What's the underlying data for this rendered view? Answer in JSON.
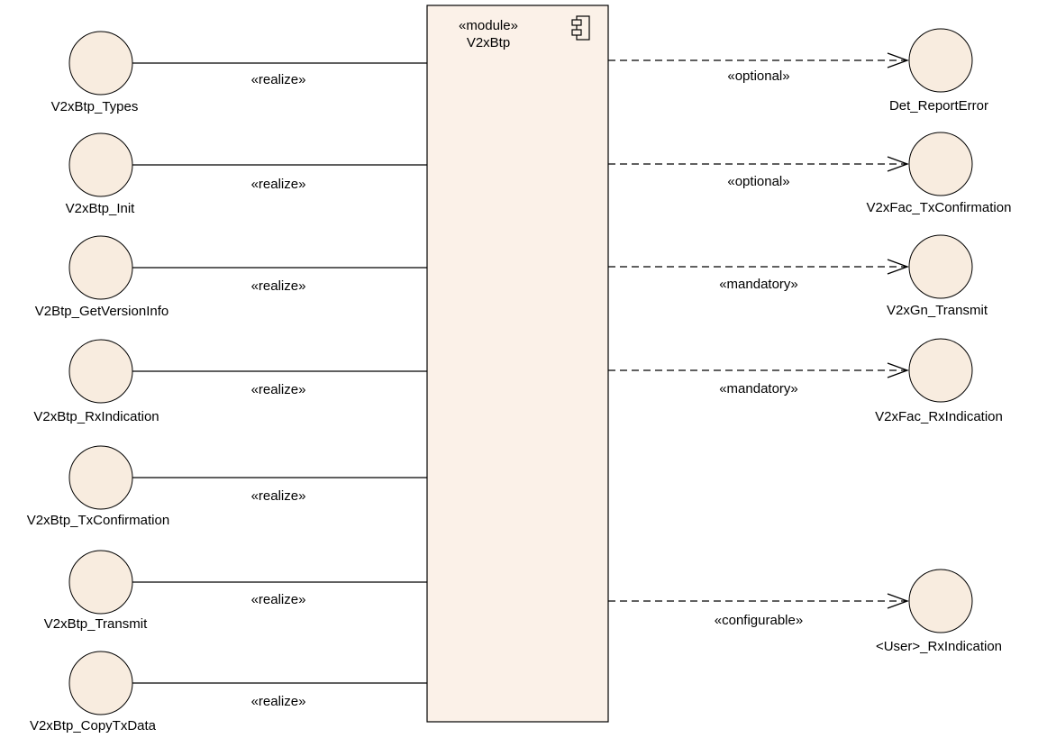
{
  "module": {
    "stereotype": "«module»",
    "name": "V2xBtp",
    "icon": "component-icon",
    "fill_color": "#fbf1e8"
  },
  "provided_interfaces": [
    {
      "name": "V2xBtp_Types",
      "relation": "«realize»"
    },
    {
      "name": "V2xBtp_Init",
      "relation": "«realize»"
    },
    {
      "name": "V2Btp_GetVersionInfo",
      "relation": "«realize»"
    },
    {
      "name": "V2xBtp_RxIndication",
      "relation": "«realize»"
    },
    {
      "name": "V2xBtp_TxConfirmation",
      "relation": "«realize»"
    },
    {
      "name": "V2xBtp_Transmit",
      "relation": "«realize»"
    },
    {
      "name": "V2xBtp_CopyTxData",
      "relation": "«realize»"
    }
  ],
  "required_interfaces": [
    {
      "name": "Det_ReportError",
      "relation": "«optional»"
    },
    {
      "name": "V2xFac_TxConfirmation",
      "relation": "«optional»"
    },
    {
      "name": "V2xGn_Transmit",
      "relation": "«mandatory»"
    },
    {
      "name": "V2xFac_RxIndication",
      "relation": "«mandatory»"
    },
    {
      "name": "<User>_RxIndication",
      "relation": "«configurable»"
    }
  ],
  "colors": {
    "interface_fill": "#f8ecdf",
    "line": "#000000"
  }
}
